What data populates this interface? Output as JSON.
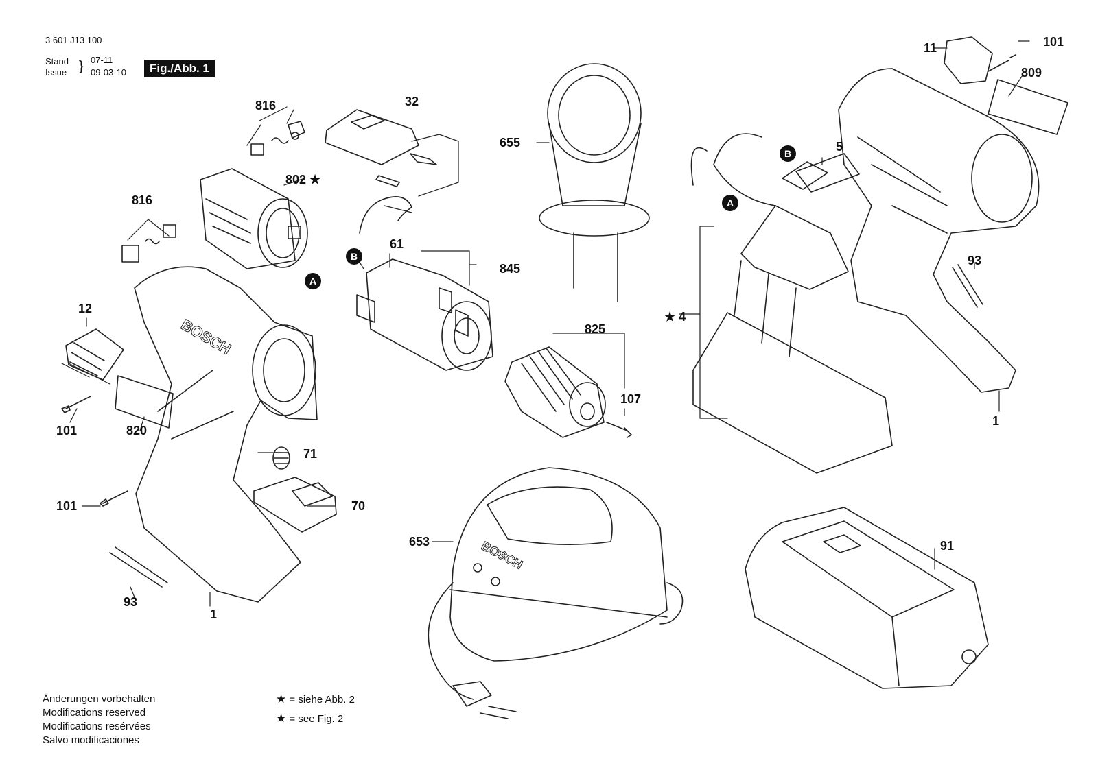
{
  "header": {
    "part_number": "3 601 J13 100",
    "stand_label": "Stand",
    "stand_value": "07-11",
    "issue_label": "Issue",
    "issue_value": "09-03-10",
    "fig_badge": "Fig./Abb. 1"
  },
  "brand_text": "BOSCH",
  "callouts": {
    "c816a": "816",
    "c32": "32",
    "c655": "655",
    "c11": "11",
    "c101a": "101",
    "c809": "809",
    "c816b": "816",
    "c802": "802 ★",
    "c5": "5",
    "c61": "61",
    "c845": "845",
    "c93a": "93",
    "c12": "12",
    "c4": "★ 4",
    "c825": "825",
    "c107": "107",
    "c101b": "101",
    "c820": "820",
    "c1a": "1",
    "c71": "71",
    "c101c": "101",
    "c70": "70",
    "c653": "653",
    "c91": "91",
    "c93b": "93",
    "c1b": "1"
  },
  "markers": {
    "a1": "A",
    "a2": "A",
    "b1": "B",
    "b2": "B"
  },
  "footer": {
    "line1": "Änderungen vorbehalten",
    "line2": "Modifications reserved",
    "line3": "Modifications resérvées",
    "line4": "Salvo modificaciones"
  },
  "legend": {
    "star_symbol": "★",
    "line1": "= siehe Abb. 2",
    "line2": "= see Fig. 2"
  }
}
